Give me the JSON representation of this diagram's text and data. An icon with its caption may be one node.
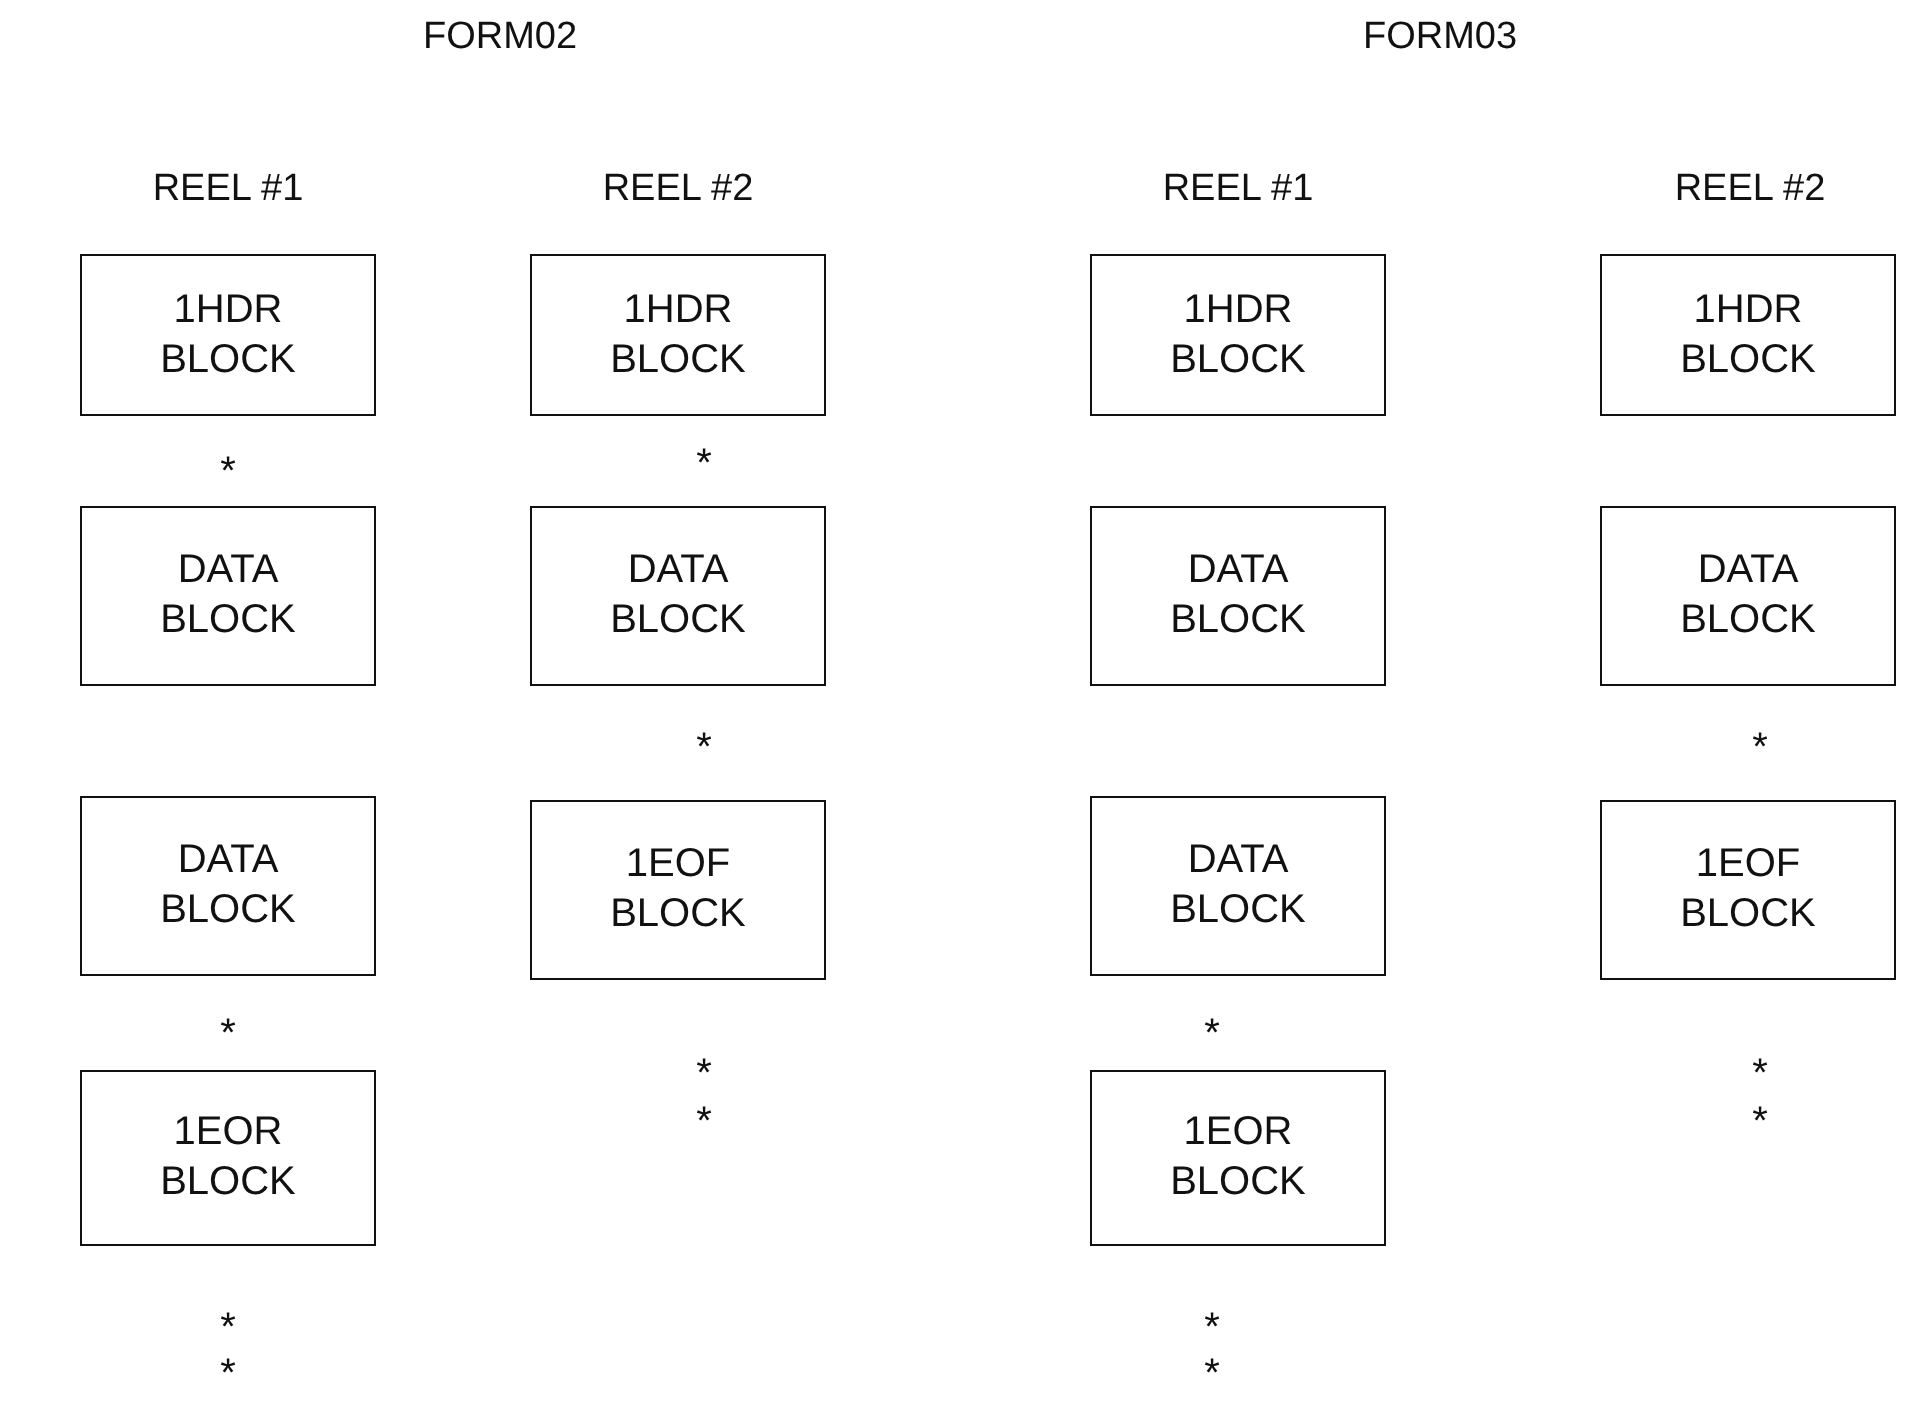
{
  "diagram": {
    "nodes": [
      {
        "text": [
          "1HDR BLOCK"
        ]
      },
      {
        "text": [
          "DATA BLOCK"
        ]
      },
      {
        "text": [
          "DATA BLOCK"
        ]
      },
      {
        "text": [
          "1EOR BLOCK"
        ]
      },
      {
        "text": [
          "1HDR BLOCK"
        ]
      },
      {
        "text": [
          "DATA BLOCK"
        ]
      },
      {
        "text": [
          "1EOF BLOCK"
        ]
      },
      {
        "text": [
          "1HDR BLOCK"
        ]
      },
      {
        "text": [
          "DATA BLOCK"
        ]
      },
      {
        "text": [
          "DATA BLOCK"
        ]
      },
      {
        "text": [
          "1EOR BLOCK"
        ]
      },
      {
        "text": [
          "1HDR BLOCK"
        ]
      },
      {
        "text": [
          "DATA BLOCK"
        ]
      },
      {
        "text": [
          "1EOF BLOCK"
        ]
      }
    ],
    "labels": [
      "FORM02",
      "FORM03",
      "REEL #1",
      "REEL #2",
      "REEL #1",
      "REEL #2",
      "*",
      "*",
      "*",
      "*",
      "*",
      "*",
      "*",
      "*",
      "*",
      "*",
      "*",
      "*",
      "*",
      "*"
    ]
  }
}
